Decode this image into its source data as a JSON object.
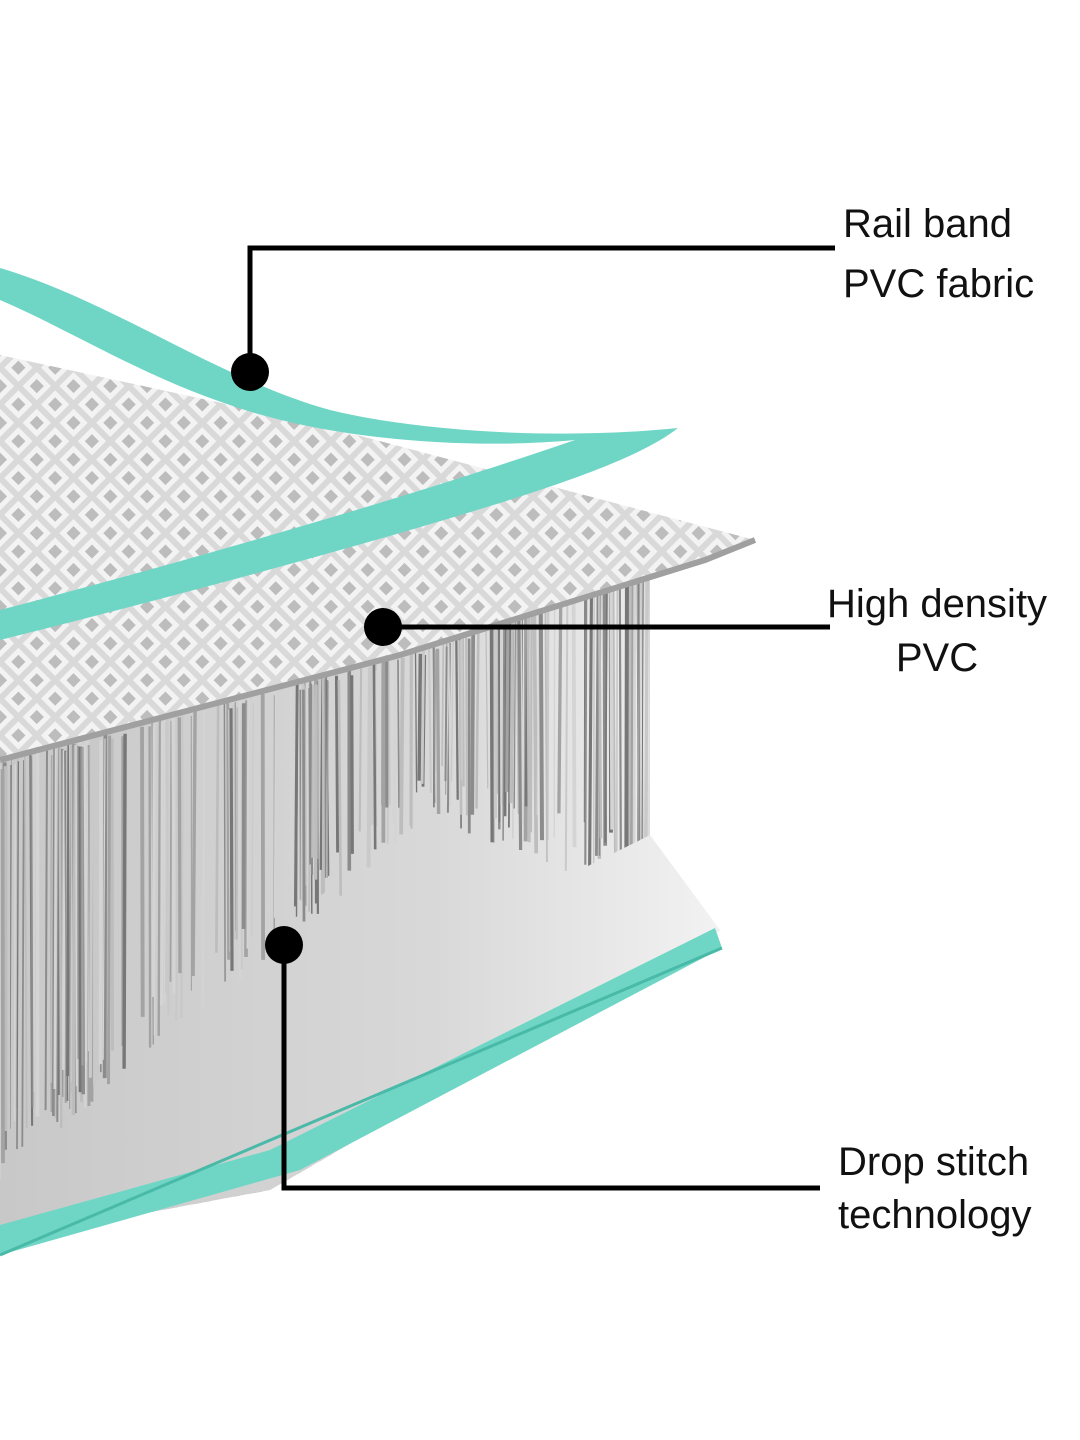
{
  "diagram": {
    "colors": {
      "background": "#ffffff",
      "teal_band": "#6fd6c6",
      "teal_band_dark": "#49b9a8",
      "mesh_light": "#e8e8e8",
      "mesh_dark": "#8a8a8a",
      "fiber": "#9a9a9a",
      "leader_line": "#000000",
      "text": "#111111"
    },
    "callouts": [
      {
        "id": "rail-band",
        "lines": [
          "Rail band",
          "PVC fabric"
        ]
      },
      {
        "id": "high-density",
        "lines": [
          "High density",
          "PVC"
        ]
      },
      {
        "id": "drop-stitch",
        "lines": [
          "Drop stitch",
          "technology"
        ]
      }
    ]
  }
}
